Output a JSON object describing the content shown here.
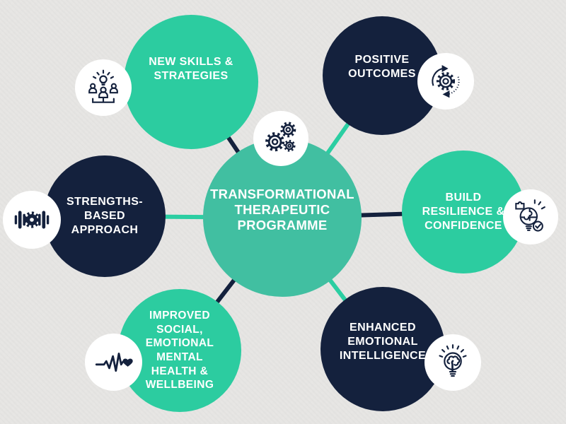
{
  "colors": {
    "background": "#E6E5E3",
    "teal": "#2CCCA0",
    "teal_center": "#41BFA1",
    "navy": "#14213D",
    "badge_white": "#FFFFFF",
    "text_white": "#FFFFFF",
    "connector_teal": "#2BCEA2",
    "connector_navy": "#14213D"
  },
  "center": {
    "lines": [
      "TRANSFORMATIONAL",
      "THERAPEUTIC",
      "PROGRAMME"
    ],
    "icon": "gears-icon"
  },
  "nodes": [
    {
      "id": "new-skills",
      "lines": [
        "NEW SKILLS &",
        "STRATEGIES"
      ],
      "color": "#2CCCA0",
      "icon": "team-idea-icon"
    },
    {
      "id": "positive-outcomes",
      "lines": [
        "POSITIVE",
        "OUTCOMES"
      ],
      "color": "#14213D",
      "icon": "gear-cycle-icon"
    },
    {
      "id": "strengths-based",
      "lines": [
        "STRENGTHS-",
        "BASED",
        "APPROACH"
      ],
      "color": "#14213D",
      "icon": "dumbbell-gear-icon"
    },
    {
      "id": "build-resilience",
      "lines": [
        "BUILD",
        "RESILIENCE &",
        "CONFIDENCE"
      ],
      "color": "#2CCCA0",
      "icon": "puzzle-bulb-check-icon"
    },
    {
      "id": "improved-wellbeing",
      "lines": [
        "IMPROVED",
        "SOCIAL,",
        "EMOTIONAL",
        "MENTAL",
        "HEALTH &",
        "WELLBEING"
      ],
      "color": "#2CCCA0",
      "icon": "heartbeat-heart-icon"
    },
    {
      "id": "enhanced-ei",
      "lines": [
        "ENHANCED",
        "EMOTIONAL",
        "INTELLIGENCE"
      ],
      "color": "#14213D",
      "icon": "brain-bulb-icon"
    }
  ],
  "connectors": [
    {
      "from": "center",
      "to": "new-skills",
      "color": "#14213D"
    },
    {
      "from": "center",
      "to": "positive-outcomes",
      "color": "#2BCEA2"
    },
    {
      "from": "center",
      "to": "strengths-based",
      "color": "#2BCEA2"
    },
    {
      "from": "center",
      "to": "build-resilience",
      "color": "#14213D"
    },
    {
      "from": "center",
      "to": "improved-wellbeing",
      "color": "#14213D"
    },
    {
      "from": "center",
      "to": "enhanced-ei",
      "color": "#2BCEA2"
    }
  ]
}
